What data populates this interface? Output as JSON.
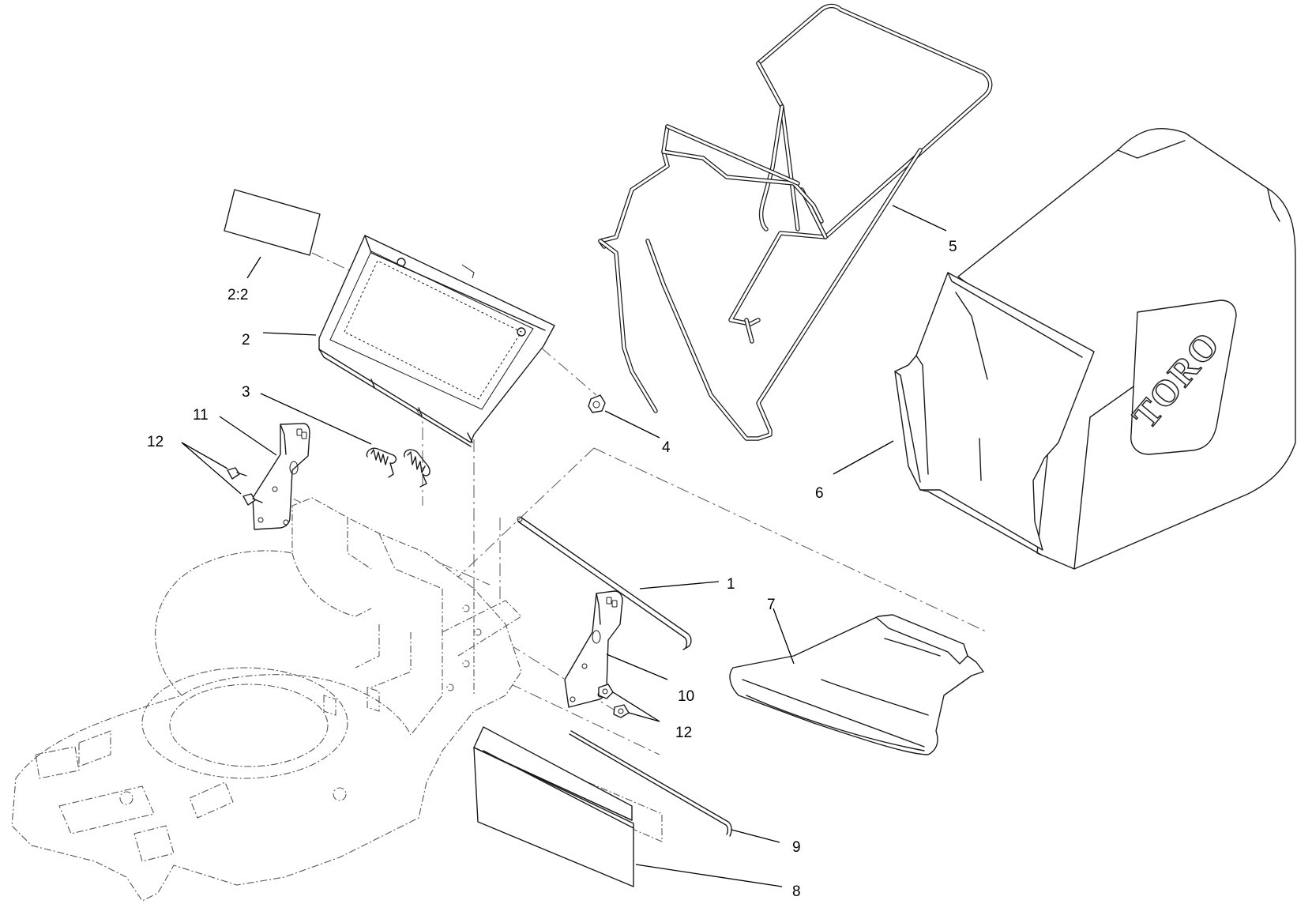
{
  "diagram": {
    "type": "exploded parts diagram",
    "callouts": {
      "c1": "1",
      "c2": "2",
      "c2_2": "2:2",
      "c3": "3",
      "c4": "4",
      "c5": "5",
      "c6": "6",
      "c7": "7",
      "c8": "8",
      "c9": "9",
      "c10": "10",
      "c11": "11",
      "c12a": "12",
      "c12b": "12"
    },
    "bag_brand": "TORO",
    "line_color": "#1a1a1a",
    "phantom_color": "#555555"
  }
}
